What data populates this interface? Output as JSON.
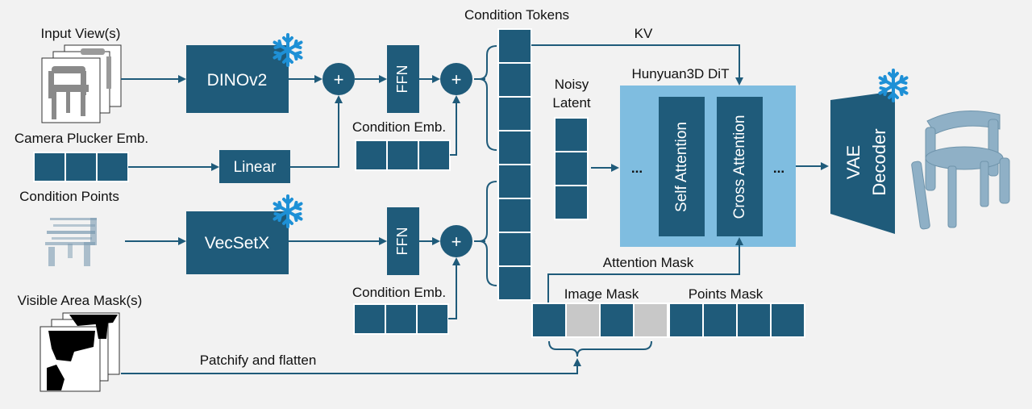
{
  "colors": {
    "block": "#1f5b7a",
    "dit_panel": "#7fbde0",
    "mask_off": "#c8c8c8",
    "snowflake": "#1e90d6",
    "background": "#f2f2f2"
  },
  "labels": {
    "input_views": "Input View(s)",
    "camera_emb": "Camera Plucker Emb.",
    "condition_points": "Condition Points",
    "visible_mask": "Visible Area Mask(s)",
    "condition_tokens": "Condition Tokens",
    "kv": "KV",
    "noisy": "Noisy",
    "latent": "Latent",
    "dit_title": "Hunyuan3D DiT",
    "cond_emb_top": "Condition Emb.",
    "cond_emb_bottom": "Condition Emb.",
    "attention_mask": "Attention Mask",
    "image_mask": "Image Mask",
    "points_mask": "Points Mask",
    "patchify": "Patchify and flatten",
    "ellipsis_left": "...",
    "ellipsis_right": "..."
  },
  "blocks": {
    "dino": "DINOv2",
    "linear": "Linear",
    "vecset": "VecSetX",
    "ffn_top": "FFN",
    "ffn_bottom": "FFN",
    "self_attention": "Self Attention",
    "cross_attention": "Cross Attention",
    "vae_line1": "VAE",
    "vae_line2": "Decoder",
    "plus": "+"
  },
  "icons": {
    "frozen": "snowflake-icon",
    "chair": "chair-icon",
    "point_cloud": "point-cloud-icon",
    "mask_image": "mask-image-icon"
  },
  "frozen_modules": [
    "DINOv2",
    "VecSetX",
    "VAE Decoder"
  ],
  "mask_tokens": {
    "image": [
      "visible",
      "masked",
      "visible",
      "masked"
    ],
    "points": [
      "visible",
      "visible",
      "visible",
      "visible"
    ]
  }
}
